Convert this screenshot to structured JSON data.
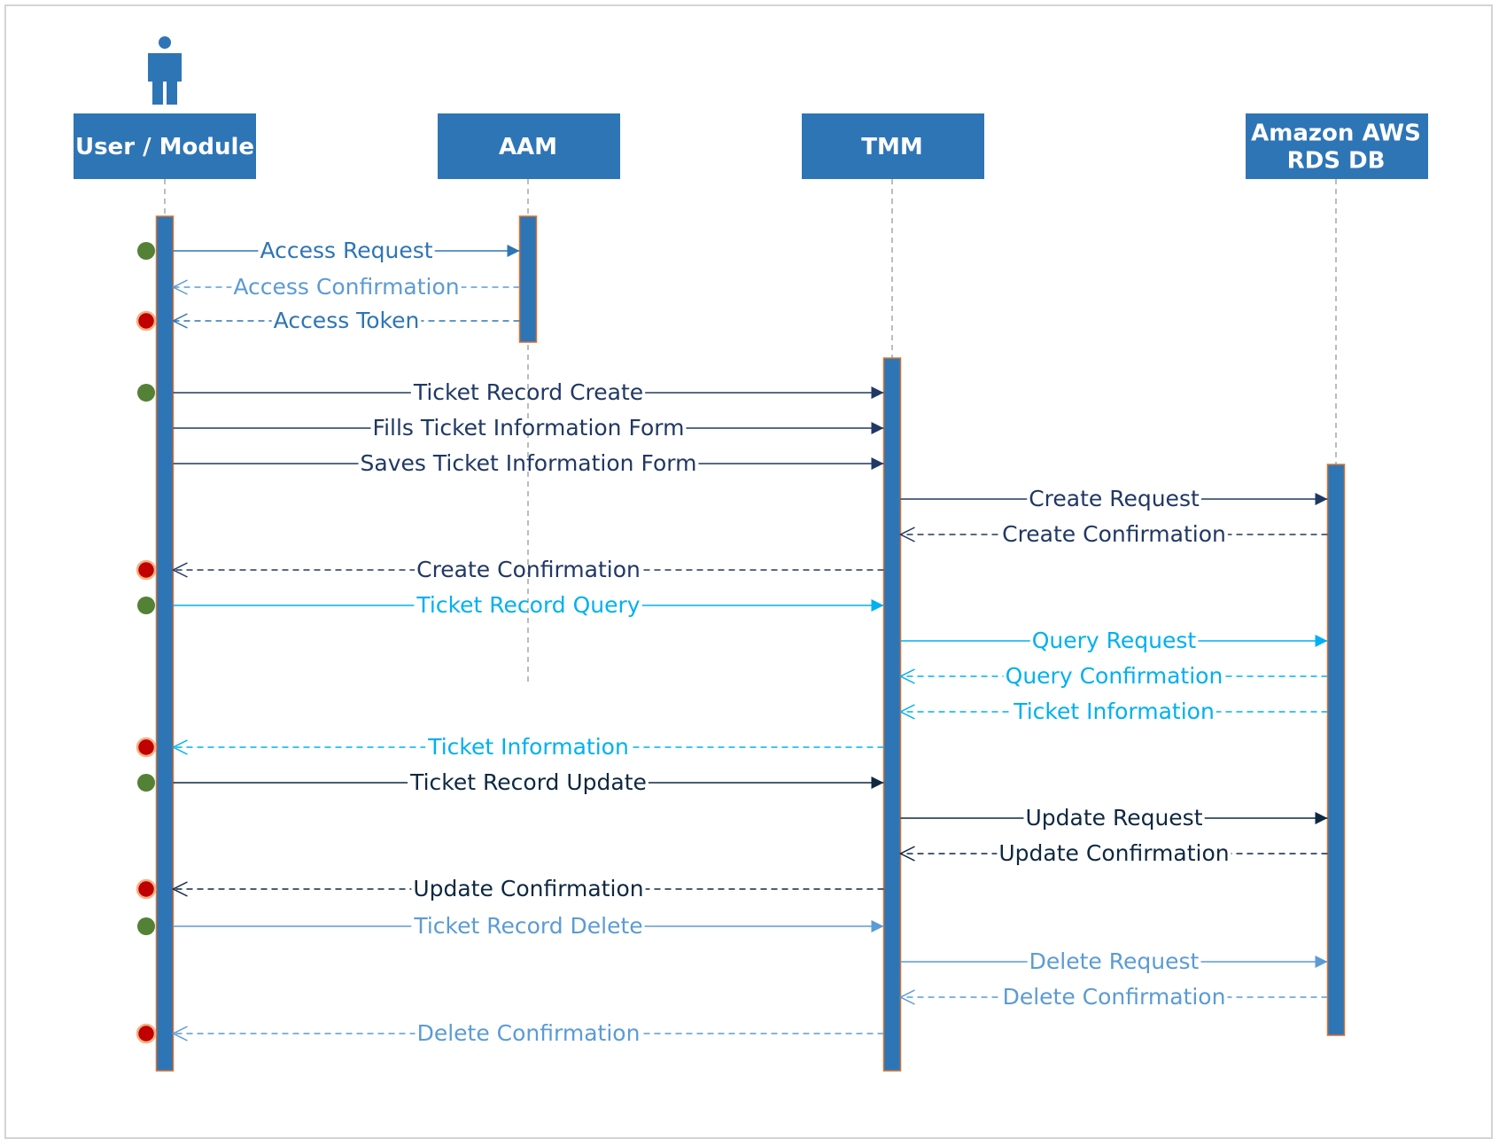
{
  "colors": {
    "box_fill": "#2E75B6",
    "activation_fill": "#2E75B6",
    "activation_stroke": "#D9722E",
    "lifeline": "#A6A6A6",
    "start_dot": "#538135",
    "end_dot": "#C00000",
    "msg_blue": "#2E75B6",
    "msg_steel": "#5B9BD5",
    "msg_navy": "#203864",
    "msg_cyan": "#00B0F0"
  },
  "participants": [
    {
      "id": "user",
      "lines": [
        "User  / Module"
      ],
      "actor_icon": "person-icon"
    },
    {
      "id": "aam",
      "lines": [
        "AAM"
      ]
    },
    {
      "id": "tmm",
      "lines": [
        "TMM"
      ]
    },
    {
      "id": "rds",
      "lines": [
        "Amazon AWS",
        "RDS DB"
      ]
    }
  ],
  "messages": [
    {
      "label": "Access Request",
      "from": "user",
      "to": "aam",
      "type": "sync",
      "color": "#2E75B6",
      "marker": "start"
    },
    {
      "label": "Access Confirmation",
      "from": "aam",
      "to": "user",
      "type": "return",
      "color": "#5B9BD5",
      "marker": ""
    },
    {
      "label": "Access Token",
      "from": "aam",
      "to": "user",
      "type": "return",
      "color": "#2E75B6",
      "marker": "end"
    },
    {
      "label": "Ticket Record Create",
      "from": "user",
      "to": "tmm",
      "type": "sync",
      "color": "#203864",
      "marker": "start"
    },
    {
      "label": "Fills Ticket Information Form",
      "from": "user",
      "to": "tmm",
      "type": "sync",
      "color": "#203864",
      "marker": ""
    },
    {
      "label": "Saves Ticket Information Form",
      "from": "user",
      "to": "tmm",
      "type": "sync",
      "color": "#203864",
      "marker": ""
    },
    {
      "label": "Create Request",
      "from": "tmm",
      "to": "rds",
      "type": "sync",
      "color": "#203864",
      "marker": ""
    },
    {
      "label": "Create Confirmation",
      "from": "rds",
      "to": "tmm",
      "type": "return",
      "color": "#203864",
      "marker": ""
    },
    {
      "label": "Create Confirmation",
      "from": "tmm",
      "to": "user",
      "type": "return",
      "color": "#203864",
      "marker": "end"
    },
    {
      "label": "Ticket Record Query",
      "from": "user",
      "to": "tmm",
      "type": "sync",
      "color": "#00B0F0",
      "marker": "start"
    },
    {
      "label": "Query Request",
      "from": "tmm",
      "to": "rds",
      "type": "sync",
      "color": "#00B0F0",
      "marker": ""
    },
    {
      "label": "Query Confirmation",
      "from": "rds",
      "to": "tmm",
      "type": "return",
      "color": "#00B0F0",
      "marker": ""
    },
    {
      "label": "Ticket Information",
      "from": "rds",
      "to": "tmm",
      "type": "return",
      "color": "#00B0F0",
      "marker": ""
    },
    {
      "label": "Ticket Information",
      "from": "tmm",
      "to": "user",
      "type": "return",
      "color": "#00B0F0",
      "marker": "end"
    },
    {
      "label": "Ticket Record Update",
      "from": "user",
      "to": "tmm",
      "type": "sync",
      "color": "#0E2841",
      "marker": "start"
    },
    {
      "label": "Update Request",
      "from": "tmm",
      "to": "rds",
      "type": "sync",
      "color": "#0E2841",
      "marker": ""
    },
    {
      "label": "Update Confirmation",
      "from": "rds",
      "to": "tmm",
      "type": "return",
      "color": "#0E2841",
      "marker": ""
    },
    {
      "label": "Update Confirmation",
      "from": "tmm",
      "to": "user",
      "type": "return",
      "color": "#0E2841",
      "marker": "end"
    },
    {
      "label": "Ticket Record Delete",
      "from": "user",
      "to": "tmm",
      "type": "sync",
      "color": "#5B9BD5",
      "marker": "start"
    },
    {
      "label": "Delete Request",
      "from": "tmm",
      "to": "rds",
      "type": "sync",
      "color": "#5B9BD5",
      "marker": ""
    },
    {
      "label": "Delete Confirmation",
      "from": "rds",
      "to": "tmm",
      "type": "return",
      "color": "#5B9BD5",
      "marker": ""
    },
    {
      "label": "Delete Confirmation",
      "from": "tmm",
      "to": "user",
      "type": "return",
      "color": "#5B9BD5",
      "marker": "end"
    }
  ]
}
